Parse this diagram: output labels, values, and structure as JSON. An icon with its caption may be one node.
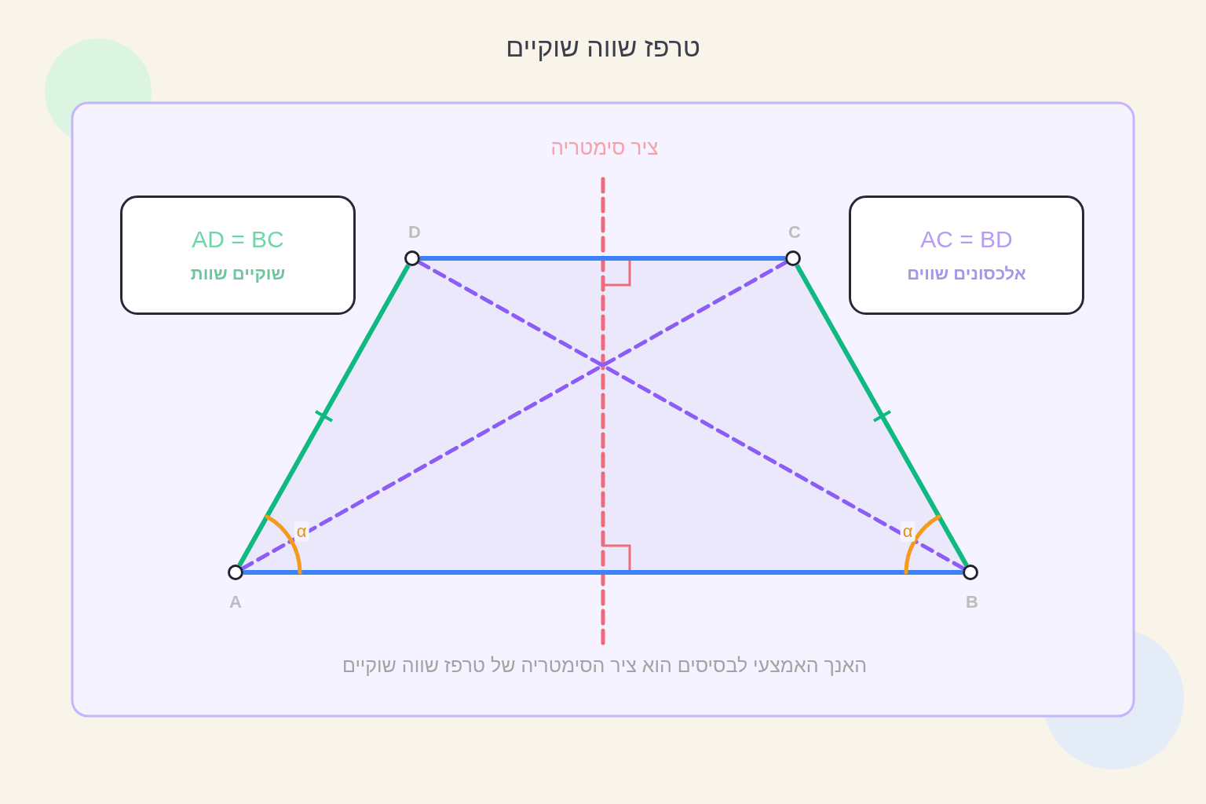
{
  "diagram": {
    "title": "טרפז שווה שוקיים",
    "caption": "האנך האמצעי לבסיסים הוא ציר הסימטריה של טרפז שווה שוקיים",
    "nodes": [
      {
        "text": [
          "AD = BC",
          "שוקיים שוות"
        ]
      },
      {
        "text": [],
        "shape": "circle",
        "beside": [
          "D"
        ]
      },
      {
        "text": [],
        "shape": "circle",
        "beside": [
          "C"
        ]
      },
      {
        "text": [
          "AC = BD",
          "אלכסונים שווים"
        ]
      },
      {
        "text": [],
        "shape": "circle",
        "beside": [
          "A"
        ]
      },
      {
        "text": [],
        "shape": "circle",
        "beside": [
          "B"
        ]
      }
    ],
    "edges": [
      {
        "from": 4,
        "to": 5,
        "arrow": "none",
        "color": "#3b82f6"
      },
      {
        "from": 5,
        "to": 2,
        "arrow": "none",
        "color": "#10b981"
      },
      {
        "from": 2,
        "to": 1,
        "arrow": "none",
        "color": "#3b82f6"
      },
      {
        "from": 1,
        "to": 4,
        "arrow": "none",
        "color": "#10b981"
      },
      {
        "from": 4,
        "to": 2,
        "arrow": "none",
        "style": "dashed",
        "color": "#8b5cf6"
      },
      {
        "from": 5,
        "to": 1,
        "arrow": "none",
        "style": "dashed",
        "color": "#8b5cf6"
      }
    ],
    "labels": [
      "ציר סימטריה",
      "α",
      "α"
    ]
  }
}
